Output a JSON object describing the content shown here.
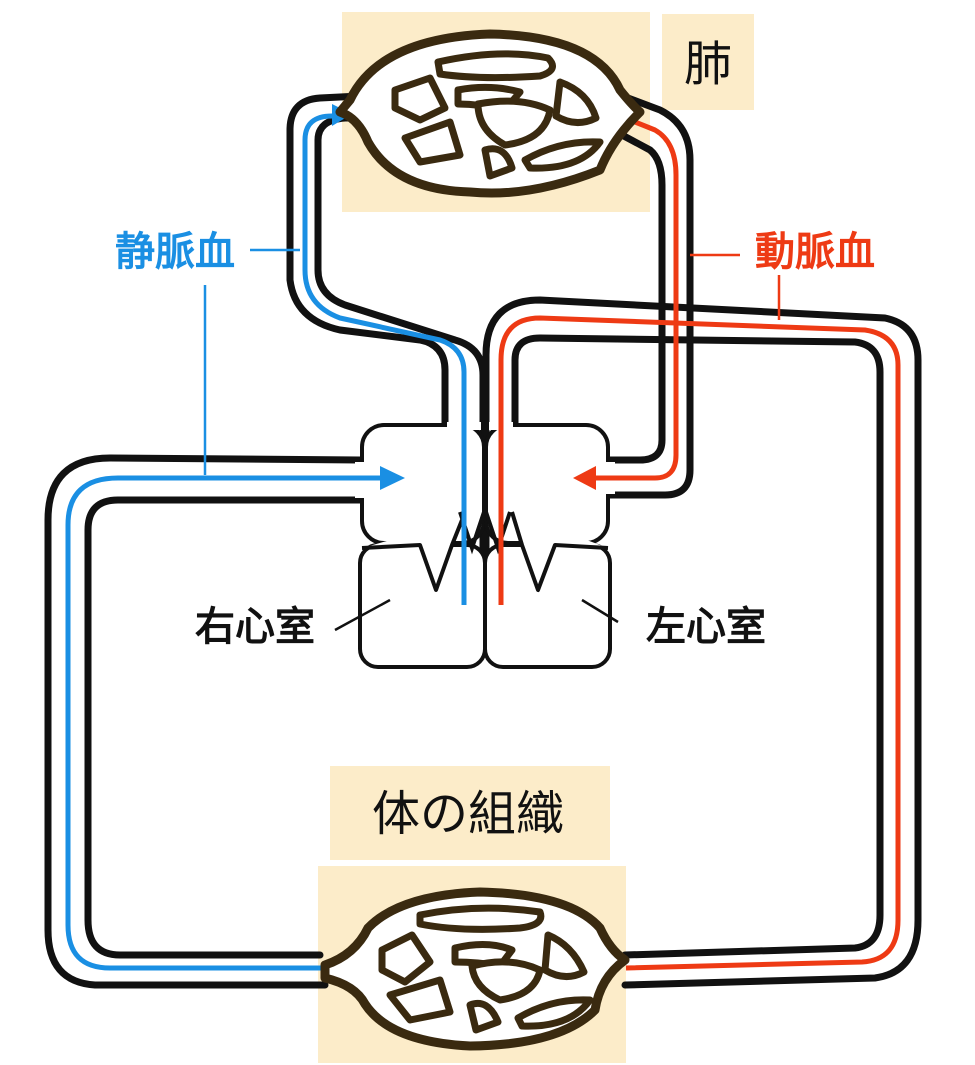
{
  "labels": {
    "lung": "肺",
    "venous_blood": "静脈血",
    "arterial_blood": "動脈血",
    "right_ventricle": "右心室",
    "left_ventricle": "左心室",
    "body_tissue": "体の組織"
  },
  "colors": {
    "venous": "#1a8fe3",
    "arterial": "#ee3a14",
    "organ_background": "#fcecc9",
    "vessel_outline": "#111111",
    "organ_outline": "#3a2a10"
  }
}
